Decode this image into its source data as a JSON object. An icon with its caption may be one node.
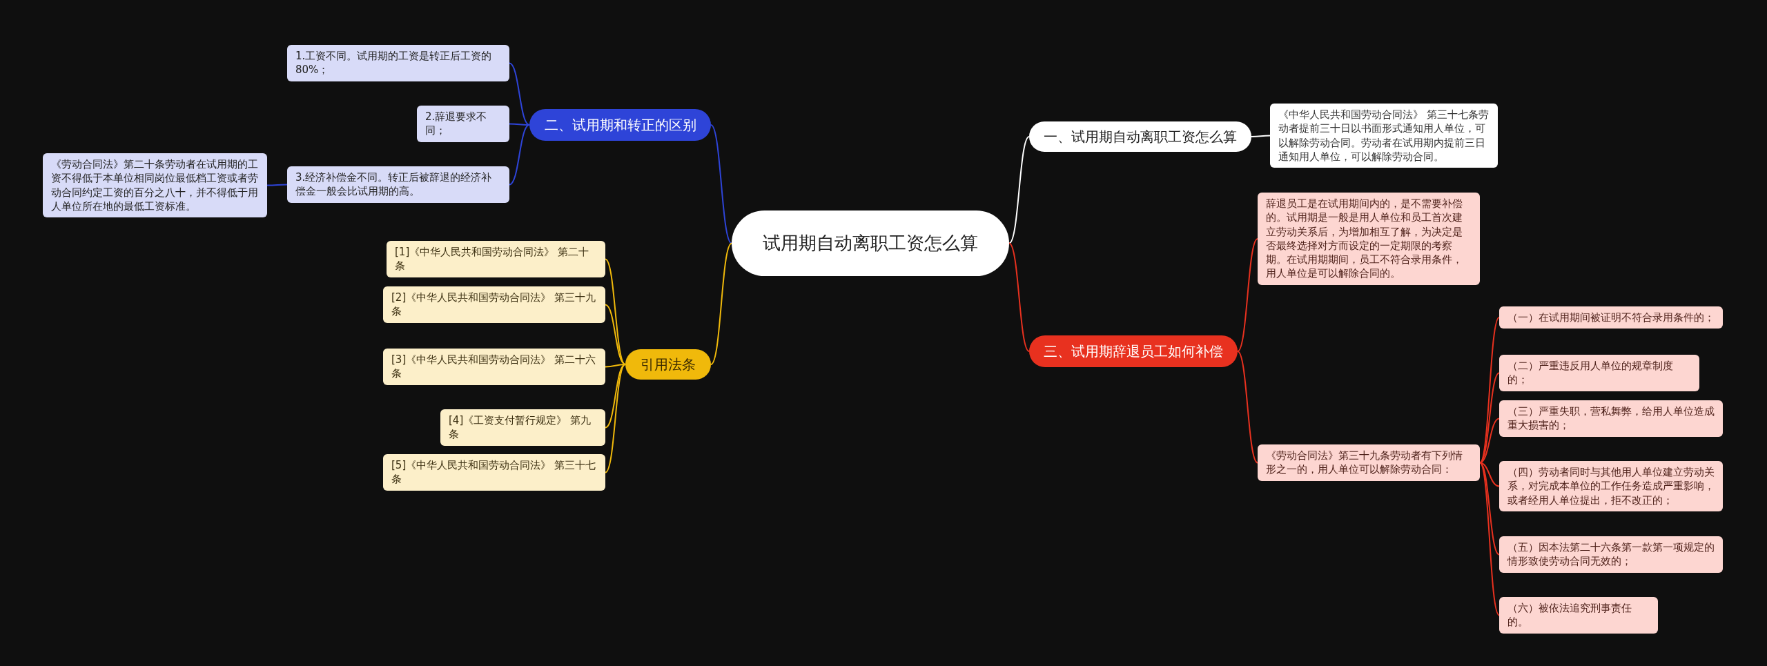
{
  "diagram": {
    "nodes": [
      {
        "text": [
          "试用期自动离职工资怎么算"
        ]
      },
      {
        "text": [
          "一、试用期自动离职工资怎么算"
        ]
      },
      {
        "text": [
          "《中华人民共和国劳动合同法》 第三十七条劳动者提前三十日以书面形式通知用人单位，可以解除劳动合同。劳动者在试用期内提前三日通知用人单位，可以解除劳动合同。"
        ]
      },
      {
        "text": [
          "二、试用期和转正的区别"
        ]
      },
      {
        "text": [
          "1.工资不同。试用期的工资是转正后工资的80%；"
        ]
      },
      {
        "text": [
          "2.辞退要求不同；"
        ]
      },
      {
        "text": [
          "3.经济补偿金不同。转正后被辞退的经济补偿金一般会比试用期的高。"
        ]
      },
      {
        "text": [
          "《劳动合同法》第二十条劳动者在试用期的工资不得低于本单位相同岗位最低档工资或者劳动合同约定工资的百分之八十，并不得低于用人单位所在地的最低工资标准。"
        ]
      },
      {
        "text": [
          "三、试用期辞退员工如何补偿"
        ]
      },
      {
        "text": [
          "辞退员工是在试用期间内的，是不需要补偿的。试用期是一般是用人单位和员工首次建立劳动关系后，为增加相互了解，为决定是否最终选择对方而设定的一定期限的考察期。在试用期期间，员工不符合录用条件，用人单位是可以解除合同的。"
        ]
      },
      {
        "text": [
          "《劳动合同法》第三十九条劳动者有下列情形之一的，用人单位可以解除劳动合同："
        ]
      },
      {
        "text": [
          "（一）在试用期间被证明不符合录用条件的；"
        ]
      },
      {
        "text": [
          "（二）严重违反用人单位的规章制度的；"
        ]
      },
      {
        "text": [
          "（三）严重失职，营私舞弊，给用人单位造成重大损害的；"
        ]
      },
      {
        "text": [
          "（四）劳动者同时与其他用人单位建立劳动关系，对完成本单位的工作任务造成严重影响，或者经用人单位提出，拒不改正的；"
        ]
      },
      {
        "text": [
          "（五）因本法第二十六条第一款第一项规定的情形致使劳动合同无效的；"
        ]
      },
      {
        "text": [
          "（六）被依法追究刑事责任的。"
        ]
      },
      {
        "text": [
          "引用法条"
        ]
      },
      {
        "text": [
          "[1]《中华人民共和国劳动合同法》 第二十条"
        ]
      },
      {
        "text": [
          "[2]《中华人民共和国劳动合同法》 第三十九条"
        ]
      },
      {
        "text": [
          "[3]《中华人民共和国劳动合同法》 第二十六条"
        ]
      },
      {
        "text": [
          "[4]《工资支付暂行规定》 第九条"
        ]
      },
      {
        "text": [
          "[5]《中华人民共和国劳动合同法》 第三十七条"
        ]
      }
    ],
    "edges": [
      {
        "from": 0,
        "to": 1,
        "arrow": "none",
        "color": "#ffffff"
      },
      {
        "from": 1,
        "to": 2,
        "arrow": "none",
        "color": "#ffffff"
      },
      {
        "from": 0,
        "to": 3,
        "arrow": "none",
        "color": "#2e44d8"
      },
      {
        "from": 3,
        "to": 4,
        "arrow": "none",
        "color": "#2e44d8"
      },
      {
        "from": 3,
        "to": 5,
        "arrow": "none",
        "color": "#2e44d8"
      },
      {
        "from": 3,
        "to": 6,
        "arrow": "none",
        "color": "#2e44d8"
      },
      {
        "from": 6,
        "to": 7,
        "arrow": "none",
        "color": "#2e44d8"
      },
      {
        "from": 0,
        "to": 8,
        "arrow": "none"
      },
      {
        "from": 8,
        "to": 9,
        "arrow": "none"
      },
      {
        "from": 8,
        "to": 10,
        "arrow": "none"
      },
      {
        "from": 10,
        "to": 11,
        "arrow": "none"
      },
      {
        "from": 10,
        "to": 12,
        "arrow": "none"
      },
      {
        "from": 10,
        "to": 13,
        "arrow": "none"
      },
      {
        "from": 10,
        "to": 14,
        "arrow": "none"
      },
      {
        "from": 10,
        "to": 15,
        "arrow": "none"
      },
      {
        "from": 10,
        "to": 16,
        "arrow": "none"
      },
      {
        "from": 0,
        "to": 17,
        "arrow": "none",
        "color": "#f0b90b"
      },
      {
        "from": 17,
        "to": 18,
        "arrow": "none",
        "color": "#f0b90b"
      },
      {
        "from": 17,
        "to": 19,
        "arrow": "none",
        "color": "#f0b90b"
      },
      {
        "from": 17,
        "to": 20,
        "arrow": "none",
        "color": "#f0b90b"
      },
      {
        "from": 17,
        "to": 21,
        "arrow": "none",
        "color": "#f0b90b"
      },
      {
        "from": 17,
        "to": 22,
        "arrow": "none",
        "color": "#f0b90b"
      }
    ]
  }
}
